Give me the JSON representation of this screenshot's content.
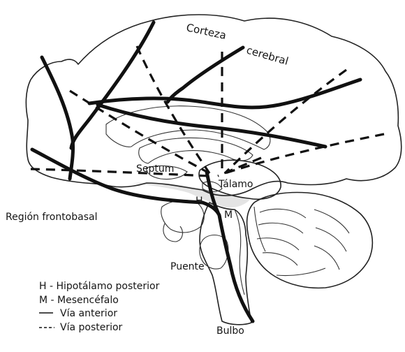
{
  "labels": {
    "corteza": "Corteza",
    "cerebral": "cerebral",
    "septum": "Septum",
    "talamo": "Tálamo",
    "h": "H",
    "m": "M",
    "region": "Región frontobasal",
    "puente": "Puente",
    "bulbo": "Bulbo"
  },
  "legend": {
    "h": "H - Hipotálamo posterior",
    "m": "M - Mesencéfalo",
    "anterior": "Vía anterior",
    "posterior": "Vía posterior"
  }
}
